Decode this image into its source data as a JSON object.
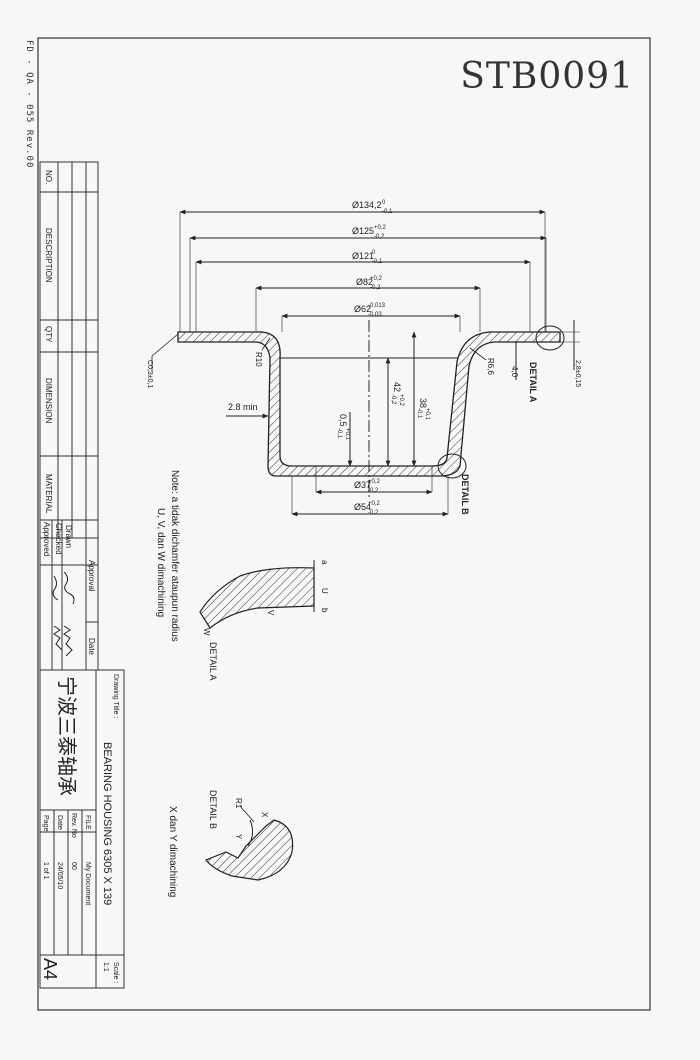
{
  "header": {
    "form_code": "FD - QA - 055 Rev.00",
    "drawing_code": "STB0091"
  },
  "dimensions": {
    "d134": "Ø134,2",
    "d134_tol_up": "0",
    "d134_tol_lo": "-0,1",
    "d125": "Ø125",
    "d125_tol_up": "+0,2",
    "d125_tol_lo": "-0,2",
    "d121": "Ø121",
    "d121_tol_up": "0",
    "d121_tol_lo": "-0,1",
    "d82": "Ø82",
    "d82_tol_up": "+0,2",
    "d82_tol_lo": "-0,2",
    "d62": "Ø62",
    "d62_tol_up": "-0,013",
    "d62_tol_lo": "-0,03",
    "d37": "Ø37",
    "d37_tol_up": "+0,2",
    "d37_tol_lo": "-0,2",
    "d54": "Ø54",
    "d54_tol_up": "+0,2",
    "d54_tol_lo": "-0,2",
    "h42": "42",
    "h42_tol_up": "+0,2",
    "h42_tol_lo": "-0,2",
    "h38": "38",
    "h38_tol_up": "+0,1",
    "h38_tol_lo": "-0,1",
    "h05": "0,5",
    "h05_tol_up": "+0,1",
    "h05_tol_lo": "-0,1",
    "wall_min": "2.8 min",
    "chamfer": "C0,3±0,1",
    "r10": "R10",
    "r66": "R6,6",
    "thk40": "4,0",
    "thk28": "2,8±0,15"
  },
  "details": {
    "detail_a_callout": "DETAIL A",
    "detail_b_callout": "DETAIL B",
    "detail_a_title": "DETAIL A",
    "detail_b_title": "DETAIL B",
    "label_a": "a",
    "label_u": "U",
    "label_b": "b",
    "label_v": "V",
    "label_w": "W",
    "label_r1": "R1",
    "label_x": "X",
    "label_y": "Y",
    "x_dan_y": "X dan Y dimachining"
  },
  "note": {
    "line1": "Note: a tidak dichamfer ataupun radius",
    "line2": "U, V, dan W dimachining"
  },
  "revision_table": {
    "headers": [
      "NO.",
      "DESCRIPTION",
      "QTY",
      "DIMENSION",
      "MATERIAL"
    ]
  },
  "title_block": {
    "approval_label": "Approval",
    "date_label": "Date",
    "drawn_label": "Drawn",
    "checked_label": "Checked",
    "approved_label": "Approved",
    "drawing_title_label": "Drawing Title :",
    "drawing_title": "BEARING HOUSING 6305 X 139",
    "company": "宁波三泰轴承",
    "file_label": "FILE",
    "file_value": "My Document",
    "rev_label": "Rev. No",
    "rev_value": "00",
    "date2_label": "Date",
    "date2_value": "24/05/10",
    "page_label": "Page",
    "page_value": "1 of 1",
    "scale_label": "Scale :",
    "scale_value": "1:1",
    "size_value": "A4"
  }
}
